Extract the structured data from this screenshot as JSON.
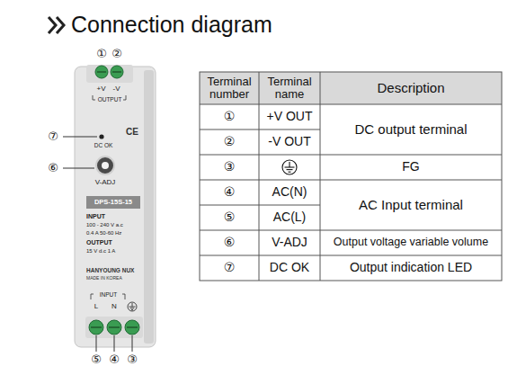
{
  "diagram": {
    "title": "Connection diagram",
    "labels": [
      "①",
      "②",
      "+V",
      "-V",
      "OUTPUT",
      "⑦",
      "DC OK",
      "CE",
      "⑥",
      "V-ADJ",
      "DPS-15S-15",
      "INPUT",
      "100 - 240 V a.c",
      "0.4 A 50-60 Hz",
      "OUTPUT",
      "15 V d.c 1 A",
      "HANYOUNG NUX",
      "MADE IN KOREA",
      "INPUT",
      "L",
      "N",
      "⑤",
      "④",
      "③",
      "Terminal number",
      "Terminal name",
      "Description",
      "①",
      "+V OUT",
      "DC output terminal",
      "②",
      "-V OUT",
      "③",
      "FG",
      "④",
      "AC(N)",
      "AC Input terminal",
      "⑤",
      "AC(L)",
      "⑥",
      "V-ADJ",
      "Output voltage variable volume",
      "⑦",
      "DC OK",
      "Output indication LED"
    ]
  }
}
